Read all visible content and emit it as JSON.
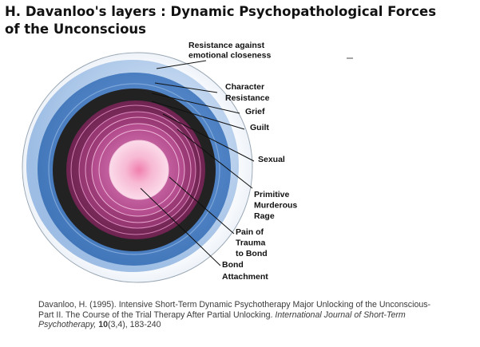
{
  "title": "H. Davanloo's layers : Dynamic Psychopathological Forces of the Unconscious",
  "layers": [
    {
      "label_lines": [
        "Resistance against",
        "emotional closeness"
      ],
      "color": "#bcd4ee"
    },
    {
      "label_lines": [
        "Character",
        "Resistance"
      ],
      "color": "#4f86c6"
    },
    {
      "label_lines": [
        "Grief"
      ],
      "color": "#5e8fcc"
    },
    {
      "label_lines": [
        "Guilt"
      ],
      "color": "#232323"
    },
    {
      "label_lines": [
        "Sexual"
      ],
      "color": "#7f2b5a"
    },
    {
      "label_lines": [
        "Primitive",
        "Murderous",
        "Rage"
      ],
      "color": "#a63e7e"
    },
    {
      "label_lines": [
        "Pain of",
        "Trauma",
        "to Bond"
      ],
      "color": "#c25a9a"
    },
    {
      "label_lines": [
        "Bond",
        "Attachment"
      ],
      "color": "#f6c7dc"
    }
  ],
  "citation": {
    "authors": "Davanloo, H. (1995).",
    "article": "Intensive Short-Term Dynamic Psychotherapy Major Unlocking of the Unconscious-Part II. The Course of the Trial Therapy After Partial Unlocking.",
    "journal": "International Journal of Short-Term  Psychotherapy,",
    "volume": "10",
    "issue_pages": "(3,4), 183-240"
  }
}
